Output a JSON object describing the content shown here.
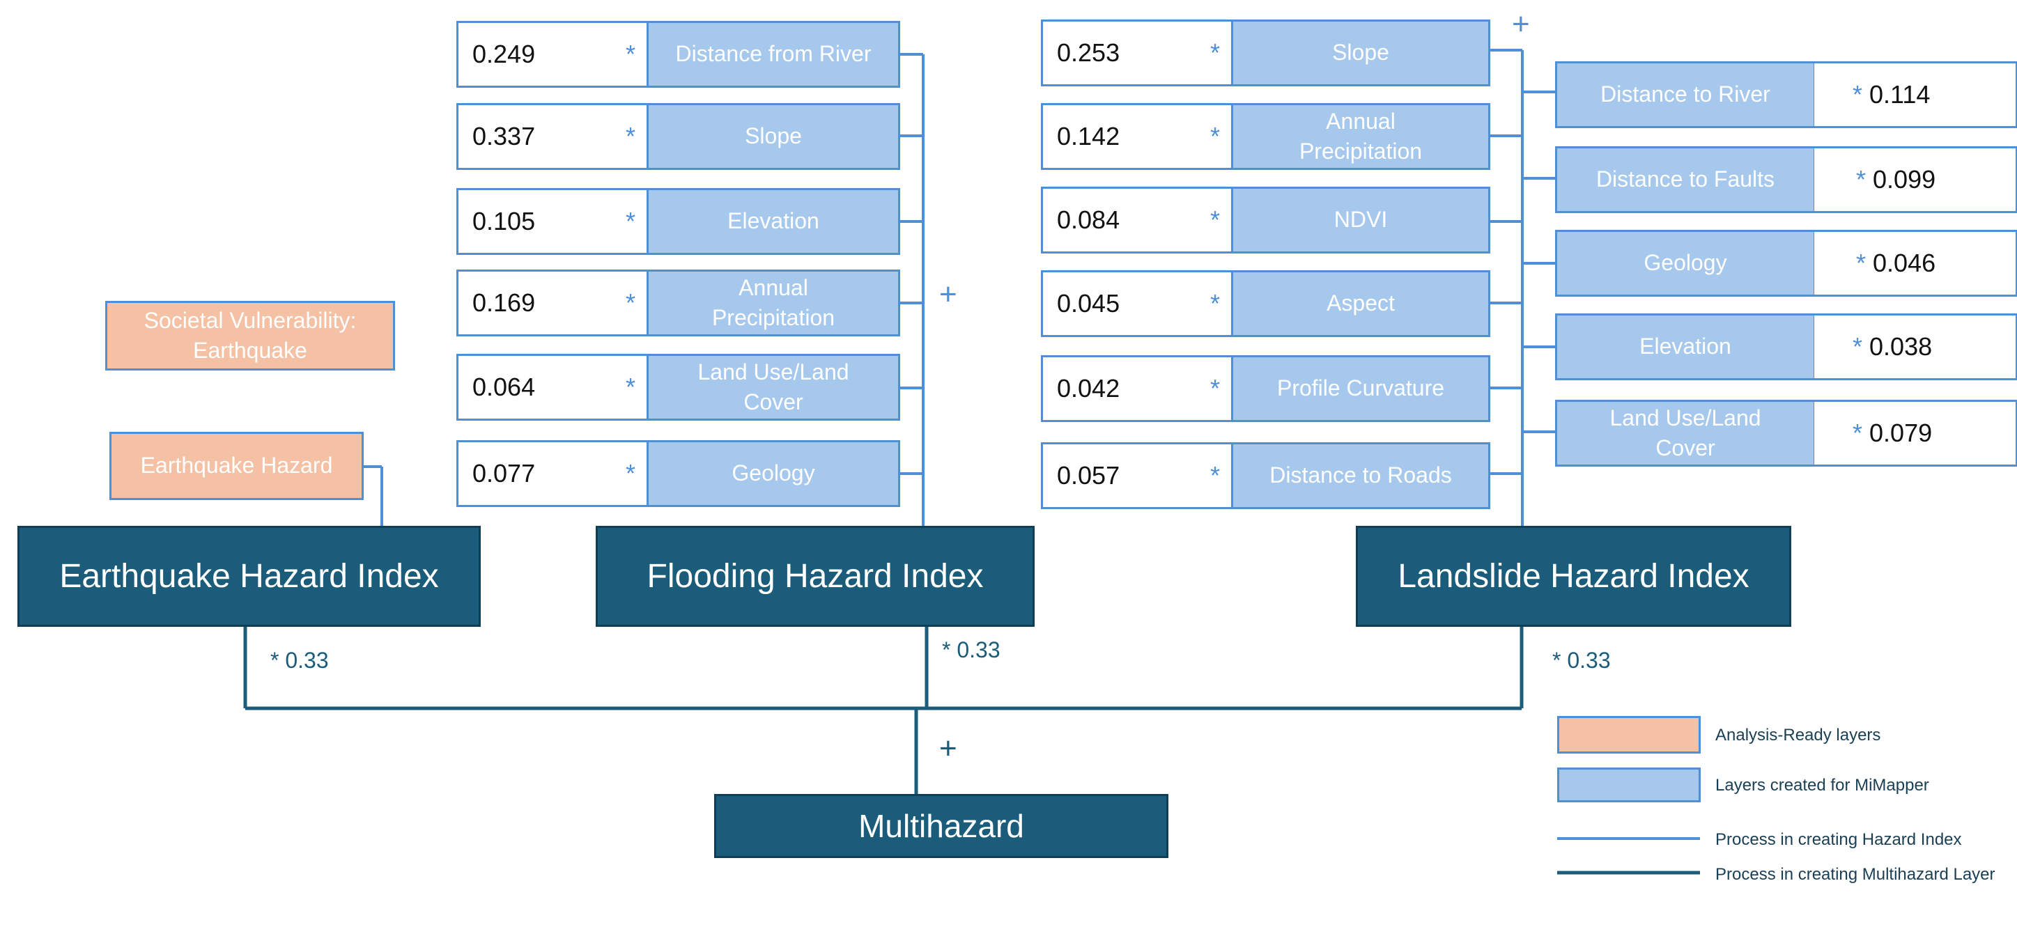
{
  "flooding": {
    "rows": [
      {
        "weight": "0.249",
        "star": "*",
        "label": "Distance from River"
      },
      {
        "weight": "0.337",
        "star": "*",
        "label": "Slope"
      },
      {
        "weight": "0.105",
        "star": "*",
        "label": "Elevation"
      },
      {
        "weight": "0.169",
        "star": "*",
        "label": "Annual Precipitation"
      },
      {
        "weight": "0.064",
        "star": "*",
        "label": "Land Use/Land Cover"
      },
      {
        "weight": "0.077",
        "star": "*",
        "label": "Geology"
      }
    ],
    "plus": "+",
    "index_label": "Flooding Hazard Index",
    "multiplier": "* 0.33"
  },
  "landslide": {
    "left_rows": [
      {
        "weight": "0.253",
        "star": "*",
        "label": "Slope"
      },
      {
        "weight": "0.142",
        "star": "*",
        "label": "Annual Precipitation"
      },
      {
        "weight": "0.084",
        "star": "*",
        "label": "NDVI"
      },
      {
        "weight": "0.045",
        "star": "*",
        "label": "Aspect"
      },
      {
        "weight": "0.042",
        "star": "*",
        "label": "Profile Curvature"
      },
      {
        "weight": "0.057",
        "star": "*",
        "label": "Distance to Roads"
      }
    ],
    "right_rows": [
      {
        "label": "Distance to River",
        "star": "*",
        "weight": "0.114"
      },
      {
        "label": "Distance to Faults",
        "star": "*",
        "weight": "0.099"
      },
      {
        "label": "Geology",
        "star": "*",
        "weight": "0.046"
      },
      {
        "label": "Elevation",
        "star": "*",
        "weight": "0.038"
      },
      {
        "label": "Land Use/Land Cover",
        "star": "*",
        "weight": "0.079"
      }
    ],
    "plus": "+",
    "index_label": "Landslide Hazard Index",
    "multiplier": "* 0.33"
  },
  "earthquake": {
    "vulnerability_label": "Societal Vulnerability: Earthquake",
    "hazard_label": "Earthquake Hazard",
    "index_label": "Earthquake Hazard Index",
    "multiplier": "* 0.33"
  },
  "multihazard": {
    "plus": "+",
    "label": "Multihazard"
  },
  "legend": {
    "items": [
      {
        "label": "Analysis-Ready layers"
      },
      {
        "label": "Layers created for MiMapper"
      },
      {
        "label": "Process in creating Hazard Index"
      },
      {
        "label": "Process in creating Multihazard Layer"
      }
    ]
  },
  "colors": {
    "index_fill": "#1b5c7a",
    "created_layer_fill": "#a6c8ec",
    "analysis_ready_fill": "#f5c1a4",
    "hazard_line": "#4f8fd6",
    "multihazard_line": "#1b5c7a"
  }
}
